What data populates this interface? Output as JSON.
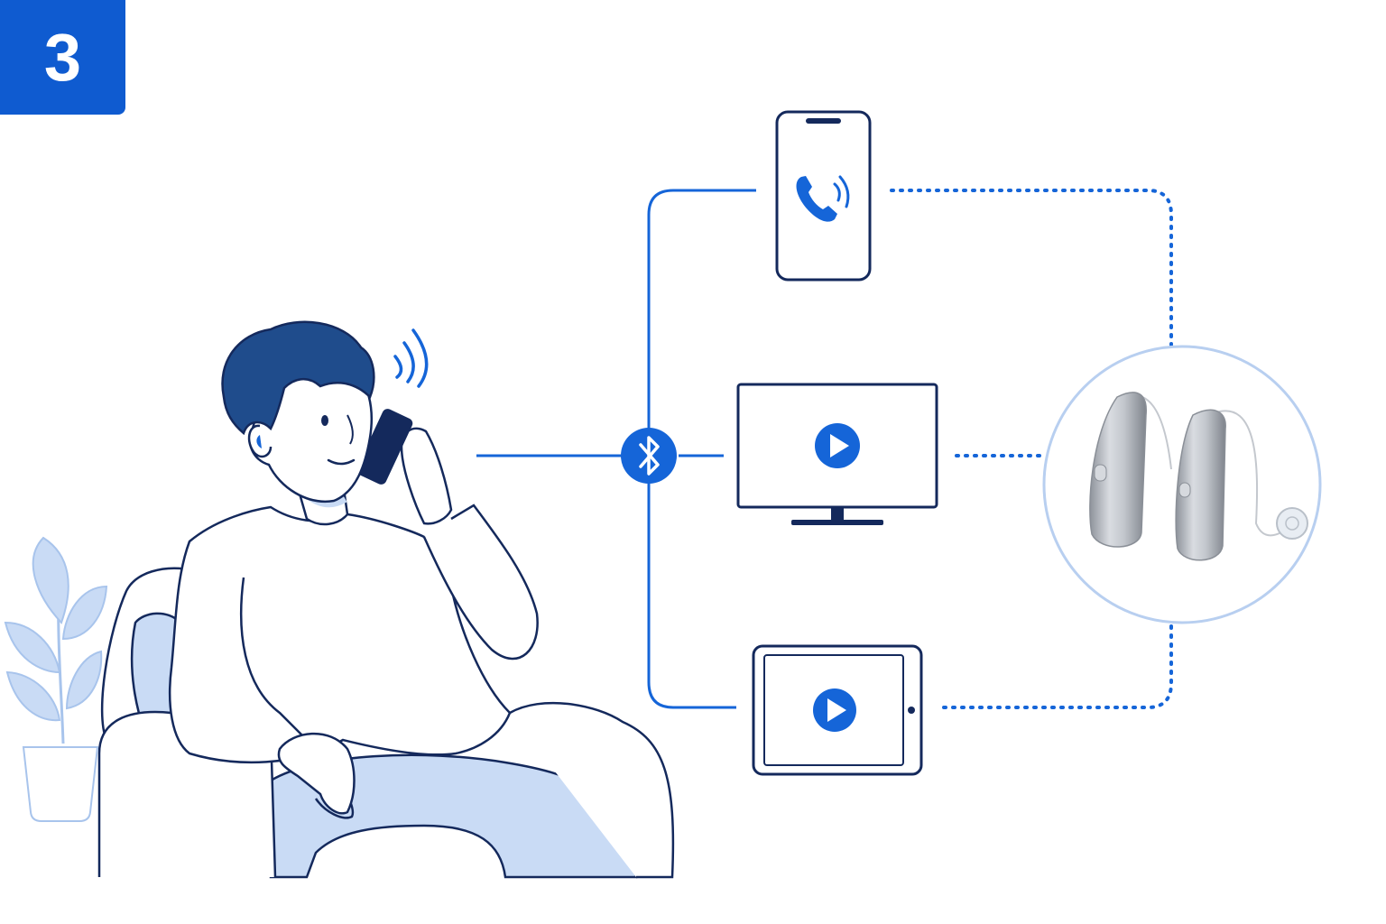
{
  "step_badge": {
    "number": "3"
  },
  "colors": {
    "badge": "#0f5bd0",
    "accent": "#1565d8",
    "outline": "#14295c",
    "light_fill": "#c9dbf5",
    "ring": "#b8cff0",
    "aid_body": "#a9adb5"
  },
  "nodes": {
    "person": {
      "icon": "person-on-phone-icon"
    },
    "bluetooth_hub": {
      "icon": "bluetooth-icon"
    },
    "smartphone": {
      "icon": "phone-call-icon"
    },
    "tv": {
      "icon": "play-icon"
    },
    "tablet": {
      "icon": "play-icon"
    },
    "hearing_aids": {
      "icon": "hearing-aid-icon"
    },
    "plant": {
      "icon": "potted-plant-icon"
    }
  },
  "connections": [
    {
      "from": "person",
      "to": "bluetooth_hub",
      "style": "solid"
    },
    {
      "from": "bluetooth_hub",
      "to": "smartphone",
      "style": "solid"
    },
    {
      "from": "bluetooth_hub",
      "to": "tv",
      "style": "solid"
    },
    {
      "from": "bluetooth_hub",
      "to": "tablet",
      "style": "solid"
    },
    {
      "from": "smartphone",
      "to": "hearing_aids",
      "style": "dotted"
    },
    {
      "from": "tv",
      "to": "hearing_aids",
      "style": "dotted"
    },
    {
      "from": "tablet",
      "to": "hearing_aids",
      "style": "dotted"
    }
  ]
}
